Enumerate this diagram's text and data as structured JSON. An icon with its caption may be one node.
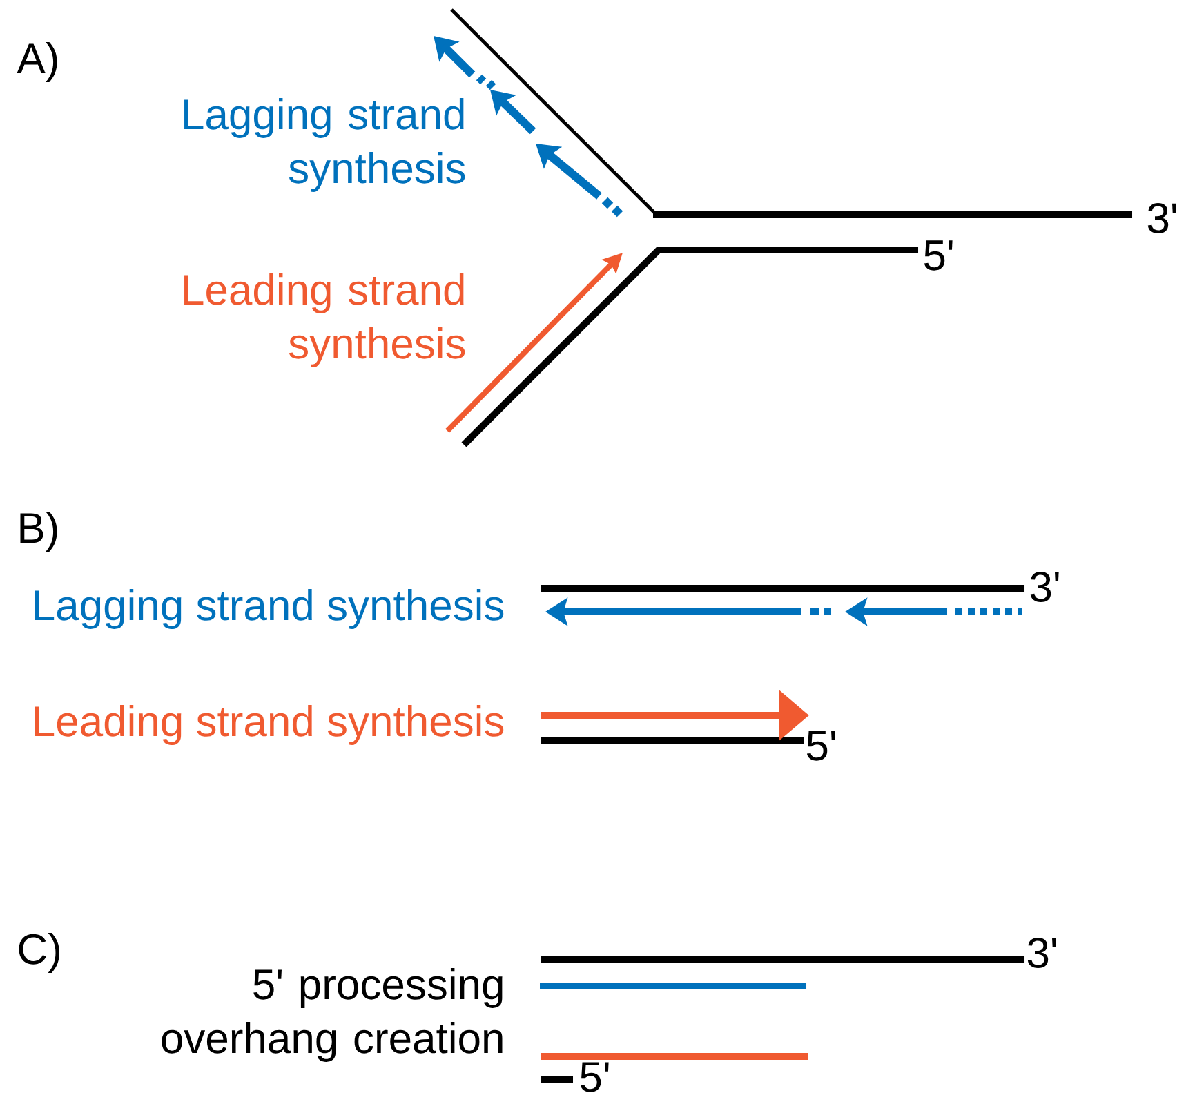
{
  "diagram": {
    "labels": [
      "A)",
      "Lagging strand synthesis",
      "3'",
      "5'",
      "Leading strand synthesis",
      "B)",
      "3'",
      "Lagging strand synthesis",
      "Leading strand synthesis",
      "5'",
      "C)",
      "3'",
      "5' processing overhang creation",
      "5'"
    ]
  }
}
